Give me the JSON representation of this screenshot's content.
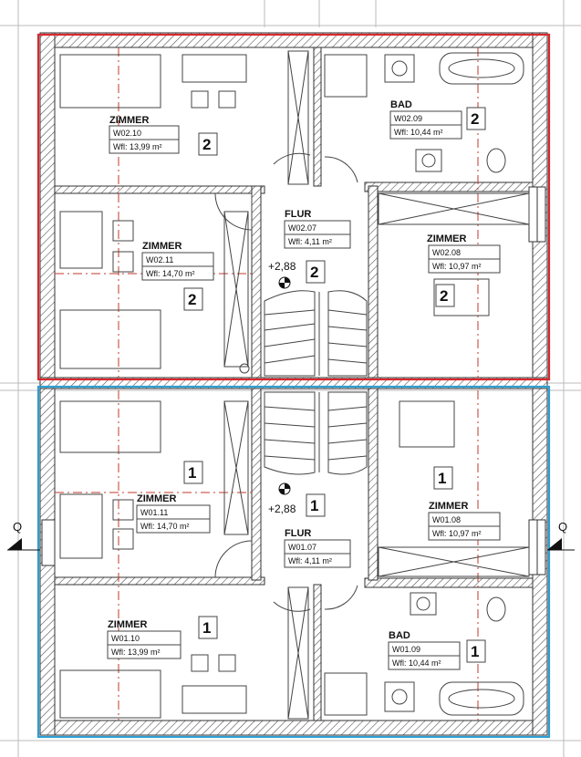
{
  "colors": {
    "upper_unit_border": "#d8282f",
    "lower_unit_border": "#2e9fd3",
    "wall": "#555555"
  },
  "labels": {
    "zimmer_2_10": {
      "name": "ZIMMER",
      "code": "W02.10",
      "area": "Wfl: 13,99 m²"
    },
    "bad_2_09": {
      "name": "BAD",
      "code": "W02.09",
      "area": "Wfl: 10,44 m²"
    },
    "zimmer_2_11": {
      "name": "ZIMMER",
      "code": "W02.11",
      "area": "Wfl: 14,70 m²"
    },
    "flur_2_07": {
      "name": "FLUR",
      "code": "W02.07",
      "area": "Wfl: 4,11 m²"
    },
    "zimmer_2_08": {
      "name": "ZIMMER",
      "code": "W02.08",
      "area": "Wfl: 10,97 m²"
    },
    "zimmer_1_11": {
      "name": "ZIMMER",
      "code": "W01.11",
      "area": "Wfl: 14,70 m²"
    },
    "flur_1_07": {
      "name": "FLUR",
      "code": "W01.07",
      "area": "Wfl: 4,11 m²"
    },
    "zimmer_1_08": {
      "name": "ZIMMER",
      "code": "W01.08",
      "area": "Wfl: 10,97 m²"
    },
    "zimmer_1_10": {
      "name": "ZIMMER",
      "code": "W01.10",
      "area": "Wfl: 13,99 m²"
    },
    "bad_1_09": {
      "name": "BAD",
      "code": "W01.09",
      "area": "Wfl: 10,44 m²"
    }
  },
  "floor_numbers": {
    "upper": "2",
    "lower": "1"
  },
  "level_marks": {
    "upper": "+2,88",
    "lower": "+2,88"
  },
  "section_marker": {
    "left": "Q",
    "right": "Q"
  }
}
